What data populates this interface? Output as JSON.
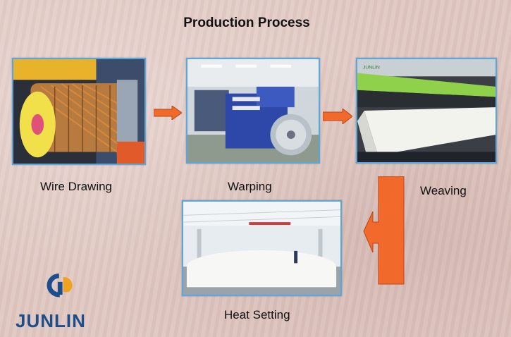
{
  "title": "Production Process",
  "steps": [
    {
      "label": "Wire Drawing"
    },
    {
      "label": "Warping"
    },
    {
      "label": "Weaving"
    },
    {
      "label": "Heat Setting"
    }
  ],
  "logo": {
    "text": "JUNLIN"
  },
  "colors": {
    "arrow": "#f26a2b",
    "frame": "#5aa7e0",
    "logo_blue": "#1d4e8c",
    "logo_gold": "#f0a323"
  }
}
